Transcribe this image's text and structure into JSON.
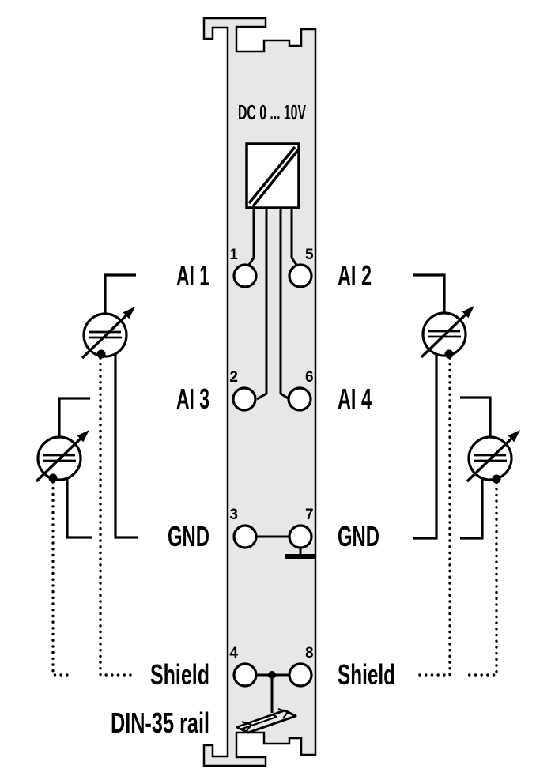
{
  "diagram": {
    "voltage_label": "DC 0 ... 10V",
    "din_rail_label": "DIN-35 rail",
    "rows": [
      {
        "left_no": "1",
        "right_no": "5",
        "left_label": "AI 1",
        "right_label": "AI 2"
      },
      {
        "left_no": "2",
        "right_no": "6",
        "left_label": "AI 3",
        "right_label": "AI 4"
      },
      {
        "left_no": "3",
        "right_no": "7",
        "left_label": "GND",
        "right_label": "GND"
      },
      {
        "left_no": "4",
        "right_no": "8",
        "left_label": "Shield",
        "right_label": "Shield"
      }
    ],
    "icons": {
      "converter": "ad-converter-icon",
      "sensor": "adjustable-sensor-icon",
      "din_rail": "din-rail-icon",
      "ground_bar": "ground-bar-icon"
    },
    "colors": {
      "module_fill": "#e7e7e7",
      "line": "#000000",
      "background": "#ffffff"
    }
  }
}
